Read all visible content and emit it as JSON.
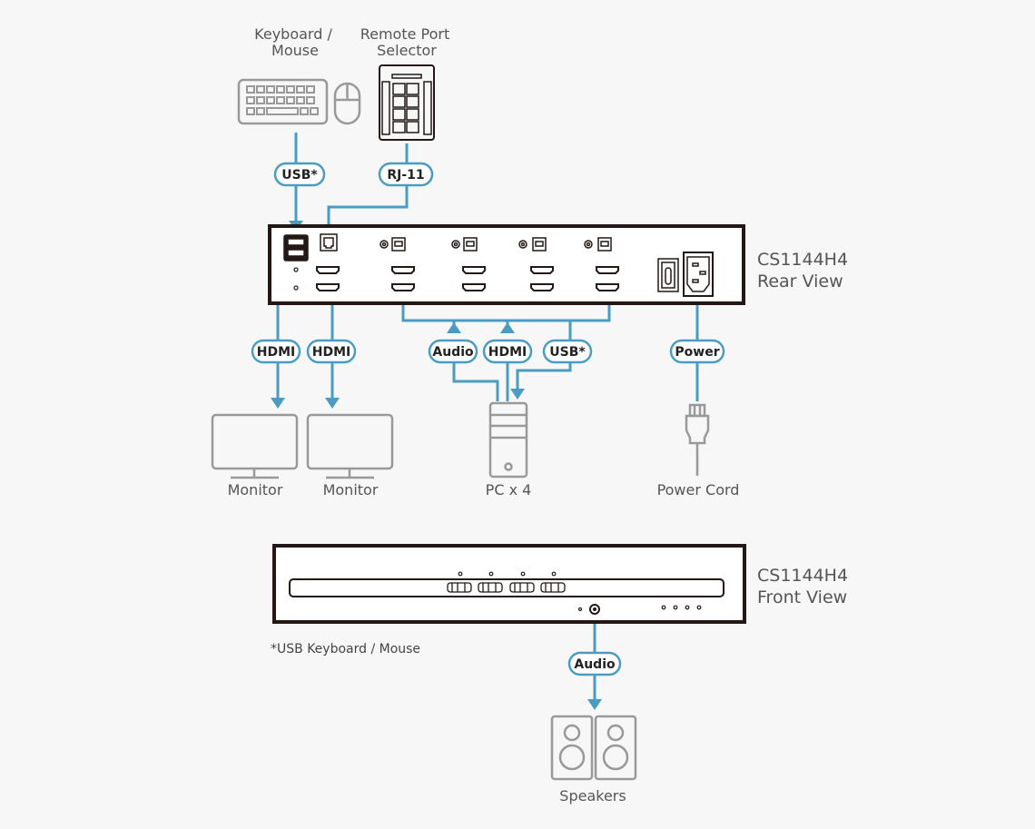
{
  "devices": {
    "keyboard_mouse": "Keyboard /",
    "keyboard_mouse_2": "Mouse",
    "remote_port": "Remote Port",
    "remote_port_2": "Selector",
    "monitor_1": "Monitor",
    "monitor_2": "Monitor",
    "pc": "PC x 4",
    "power_cord": "Power Cord",
    "speakers": "Speakers"
  },
  "connections": {
    "usb_kbm": "USB*",
    "rj11": "RJ-11",
    "hdmi_1": "HDMI",
    "hdmi_2": "HDMI",
    "audio_pc": "Audio",
    "hdmi_pc": "HDMI",
    "usb_pc": "USB*",
    "power": "Power",
    "audio_front": "Audio"
  },
  "unit": {
    "rear_model": "CS1144H4",
    "rear_view": "Rear View",
    "front_model": "CS1144H4",
    "front_view": "Front View"
  },
  "footnote": "*USB Keyboard / Mouse",
  "colors": {
    "line": "#4a9cc2",
    "device": "#999999",
    "unit": "#231815"
  }
}
